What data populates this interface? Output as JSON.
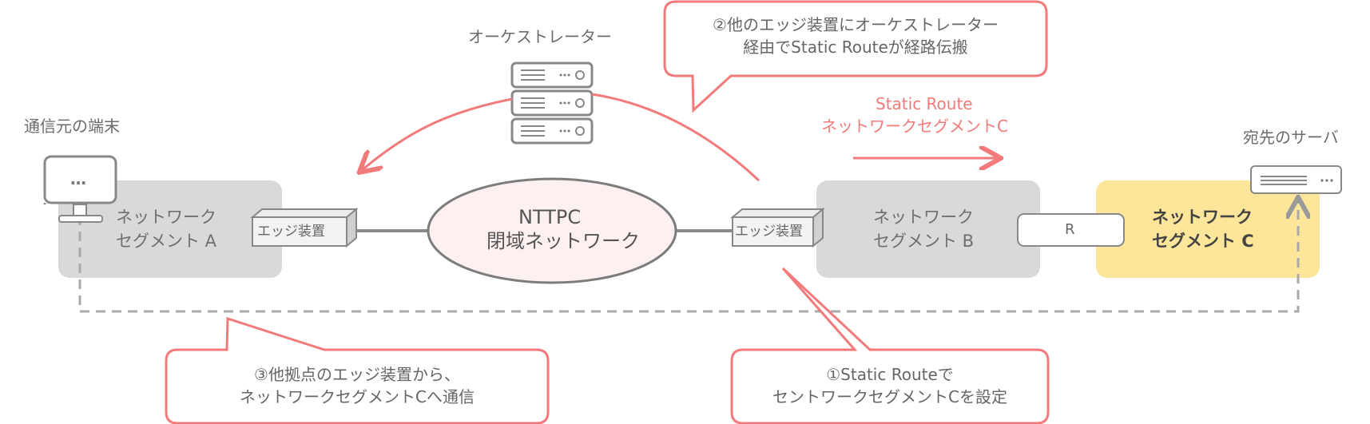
{
  "nodes": {
    "orchestrator": "オーケストレーター",
    "source_terminal": "通信元の端末",
    "dest_server": "宛先のサーバ",
    "network_name_1": "NTTPC",
    "network_name_2": "閉域ネットワーク",
    "edge_a": "エッジ装置",
    "edge_b": "エッジ装置",
    "router": "R",
    "terminal_dots": "…"
  },
  "segments": {
    "a": [
      "ネットワーク",
      "セグメント A"
    ],
    "b": [
      "ネットワーク",
      "セグメント B"
    ],
    "c": [
      "ネットワーク",
      "セグメント C"
    ]
  },
  "static_route_label": [
    "Static Route",
    "ネットワークセグメントC"
  ],
  "callouts": {
    "step2": [
      "②他のエッジ装置にオーケストレーター",
      "経由でStatic Routeが経路伝搬"
    ],
    "step1": [
      "①Static Routeで",
      "セントワークセグメントCを設定"
    ],
    "step3": [
      "③他拠点のエッジ装置から、",
      "ネットワークセグメントCへ通信"
    ]
  },
  "colors": {
    "accent": "#f37a7a",
    "segment_gray": "#d9d9d9",
    "segment_c": "#fde59a",
    "line_gray": "#8a8a8a",
    "cloud_fill": "#fdf0f0"
  }
}
